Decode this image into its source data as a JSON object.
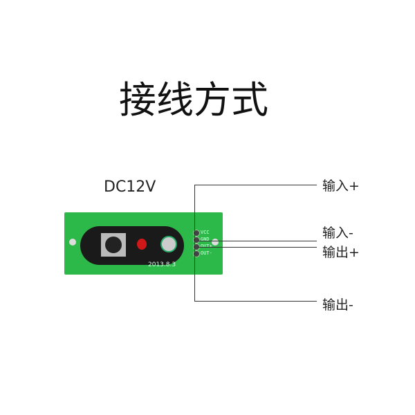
{
  "title": "接线方式",
  "supply_label": "DC12V",
  "board": {
    "pins": [
      "VCC",
      "GND",
      "OUT+",
      "OUT-"
    ],
    "date_print": "2013.8.3",
    "board_color": "#2db84a"
  },
  "connections": [
    {
      "pin": "VCC",
      "label": "输入+"
    },
    {
      "pin": "GND",
      "label": "输入-"
    },
    {
      "pin": "OUT+",
      "label": "输出+"
    },
    {
      "pin": "OUT-",
      "label": "输出-"
    }
  ]
}
